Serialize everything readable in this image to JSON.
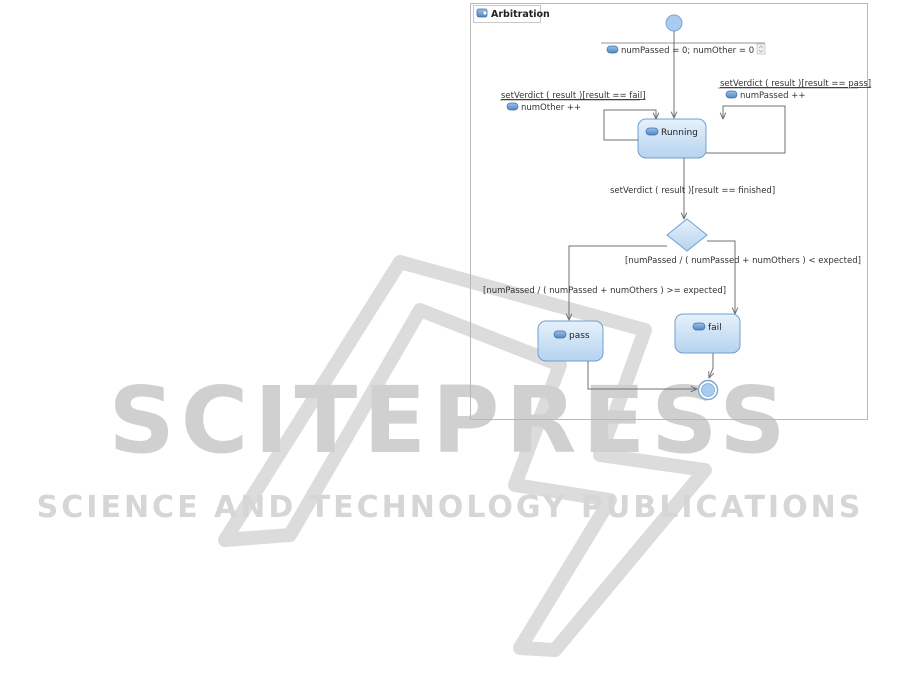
{
  "diagram": {
    "title": "Arbitration",
    "states": {
      "running": "Running",
      "pass": "pass",
      "fail": "fail"
    },
    "labels": {
      "initial_action": "numPassed = 0; numOther = 0",
      "fail_trigger": "setVerdict ( result )[result == fail]",
      "fail_action": "numOther ++",
      "pass_trigger": "setVerdict ( result )[result == pass]",
      "pass_action": "numPassed ++",
      "finished_trigger": "setVerdict ( result )[result == finished]",
      "guard_fail": "[numPassed / ( numPassed + numOthers ) < expected]",
      "guard_pass": "[numPassed / ( numPassed + numOthers ) >= expected]"
    }
  },
  "watermark": {
    "brand": "SCITEPRESS",
    "tagline": "SCIENCE AND TECHNOLOGY PUBLICATIONS"
  },
  "colors": {
    "state_fill_top": "#e3f0fc",
    "state_fill_bottom": "#b9d6f2",
    "state_stroke": "#6f9fcf",
    "edge": "#707070",
    "watermark": "#d0d0d0"
  }
}
